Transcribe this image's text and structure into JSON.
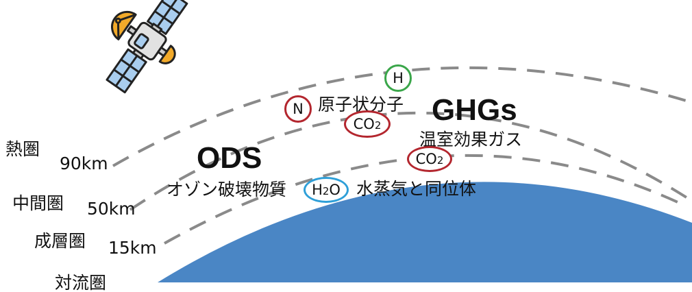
{
  "layers": [
    {
      "name": "熱圏",
      "altitude": "90km"
    },
    {
      "name": "中間圏",
      "altitude": "50km"
    },
    {
      "name": "成層圏",
      "altitude": "15km"
    },
    {
      "name": "対流圏"
    }
  ],
  "groups": {
    "ods": {
      "title": "ODS",
      "subtitle": "オゾン破壊物質"
    },
    "ghgs": {
      "title": "GHGs",
      "subtitle": "温室効果ガス"
    },
    "atomic": {
      "label": "原子状分子"
    },
    "water": {
      "label": "水蒸気と同位体"
    }
  },
  "molecules": {
    "h": {
      "symbol": "H",
      "color": "#3aa64a"
    },
    "n": {
      "symbol": "N",
      "color": "#b3262e"
    },
    "co2_upper": {
      "main": "CO",
      "sub": "2",
      "color": "#b3262e"
    },
    "co2_lower": {
      "main": "CO",
      "sub": "2",
      "color": "#b3262e"
    },
    "h2o": {
      "a": "H",
      "sub": "2",
      "b": "O",
      "color": "#2e9fd8"
    }
  },
  "colors": {
    "earth": "#4a86c5",
    "dash": "#8a8a8a"
  }
}
